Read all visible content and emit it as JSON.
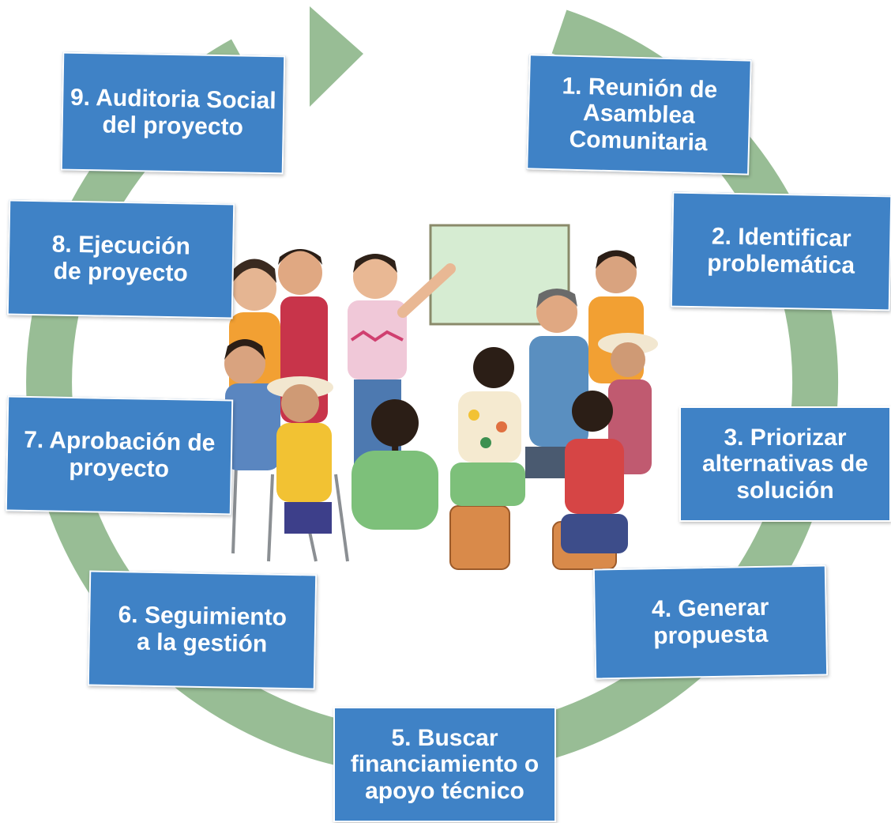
{
  "colors": {
    "box_fill": "#3f82c6",
    "box_text": "#ffffff",
    "cycle_arrow": "#98bd95",
    "board": "#d6ecd2"
  },
  "cycle": {
    "steps": [
      {
        "label": "1. Reunión de\nAsamblea\nComunitaria"
      },
      {
        "label": "2. Identificar\nproblemática"
      },
      {
        "label": "3. Priorizar\nalternativas de\nsolución"
      },
      {
        "label": "4. Generar\npropuesta"
      },
      {
        "label": "5. Buscar\nfinanciamiento o\napoyo técnico"
      },
      {
        "label": "6. Seguimiento\na la gestión"
      },
      {
        "label": "7. Aprobación de\nproyecto"
      },
      {
        "label": "8. Ejecución\nde proyecto"
      },
      {
        "label": "9. Auditoria Social\ndel proyecto"
      }
    ]
  }
}
